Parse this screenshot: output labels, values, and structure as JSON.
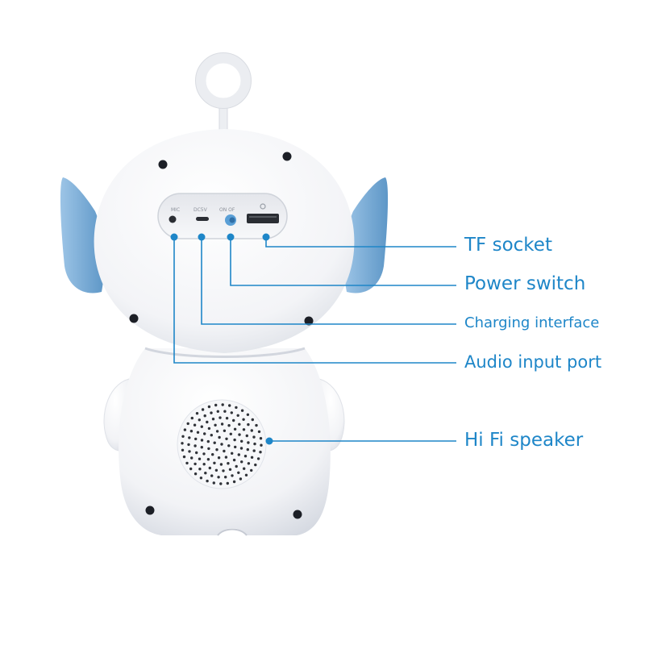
{
  "callouts": {
    "tf_socket": "TF socket",
    "power_switch": "Power switch",
    "charging_interface": "Charging interface",
    "audio_input_port": "Audio input port",
    "hifi_speaker": "Hi Fi speaker"
  },
  "panel_labels": {
    "mic": "MIC",
    "dc": "DC5V",
    "on_off": "ON OF"
  },
  "colors": {
    "accent": "#1e86c8",
    "ear_blue": "#7fb3dd",
    "body_white": "#f4f5f8",
    "shadow": "#c9ced8"
  }
}
